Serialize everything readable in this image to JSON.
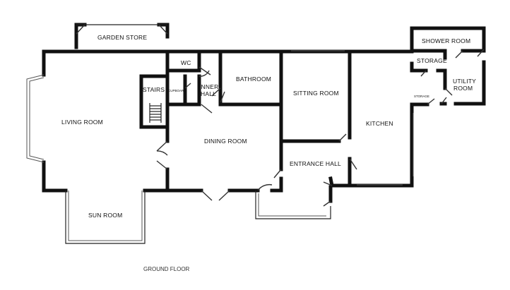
{
  "floor_label": "GROUND FLOOR",
  "rooms": {
    "garden_store": "GARDEN STORE",
    "wc": "WC",
    "bathroom": "BATHROOM",
    "stairs": "STAIRS",
    "cupboard": "CUPBOARD",
    "inner_hall_1": "INNER",
    "inner_hall_2": "HALL",
    "sitting_room": "SITTING ROOM",
    "living_room": "LIVING ROOM",
    "dining_room": "DINING ROOM",
    "kitchen": "KITCHEN",
    "entrance_hall": "ENTRANCE HALL",
    "sun_room": "SUN ROOM",
    "shower_room": "SHOWER ROOM",
    "storage": "STORAGE",
    "storage_small": "STORAGE",
    "utility_room_1": "UTILITY",
    "utility_room_2": "ROOM"
  }
}
